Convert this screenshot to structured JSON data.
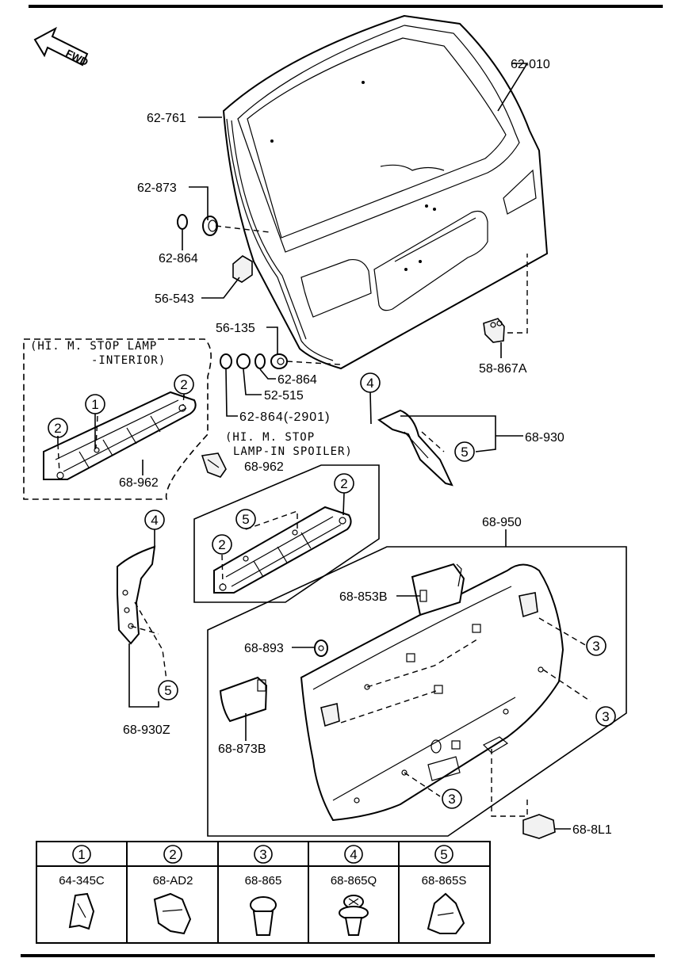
{
  "fwd": "FWD",
  "labels": {
    "p62010": "62-010",
    "p62761": "62-761",
    "p62873": "62-873",
    "p62864a": "62-864",
    "p56543": "56-543",
    "p56135": "56-135",
    "p62864b": "62-864",
    "p52515": "52-515",
    "p62864c": "62-864(-2901)",
    "p58867a": "58-867A",
    "p68930": "68-930",
    "p68962a": "68-962",
    "p68962b": "68-962",
    "p68950": "68-950",
    "p68853b": "68-853B",
    "p68893": "68-893",
    "p68873b": "68-873B",
    "p68930z": "68-930Z",
    "p688l1": "68-8L1"
  },
  "notes": {
    "interior_1": "(HI. M. STOP LAMP",
    "interior_2": "-INTERIOR)",
    "spoiler_1": "(HI. M. STOP",
    "spoiler_2": "LAMP-IN SPOILER)"
  },
  "callouts": [
    "1",
    "2",
    "3",
    "4",
    "5"
  ],
  "legend": [
    {
      "num": "1",
      "code": "64-345C"
    },
    {
      "num": "2",
      "code": "68-AD2"
    },
    {
      "num": "3",
      "code": "68-865"
    },
    {
      "num": "4",
      "code": "68-865Q"
    },
    {
      "num": "5",
      "code": "68-865S"
    }
  ]
}
